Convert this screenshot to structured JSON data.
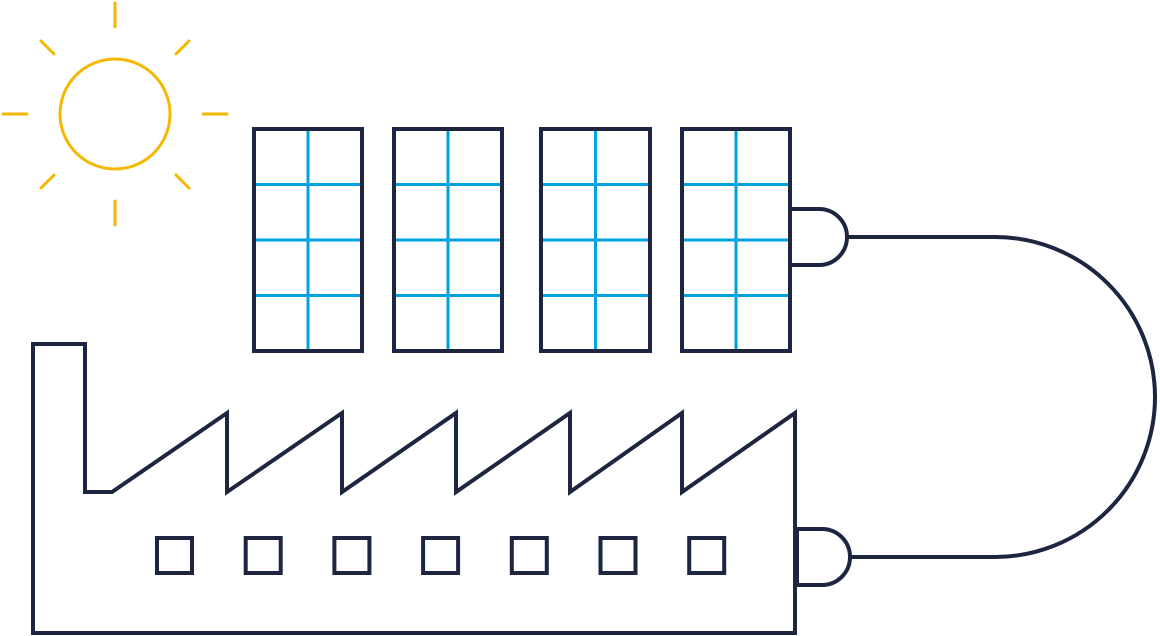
{
  "illustration": {
    "sun": {
      "icon": "sun-icon",
      "color": "#F5B800"
    },
    "solar_panels": {
      "count": 4,
      "icon": "solar-panel-icon",
      "frame_color": "#1E2540",
      "grid_color": "#00A3E0"
    },
    "factory": {
      "icon": "factory-icon",
      "roof_sawtooth_count": 6,
      "window_count": 7,
      "color": "#1E2540"
    },
    "cable": {
      "icon": "power-cable-icon",
      "color": "#1E2540"
    },
    "plugs": [
      {
        "name": "panel-plug",
        "icon": "plug-icon"
      },
      {
        "name": "factory-plug",
        "icon": "plug-icon"
      }
    ],
    "background": "#FFFFFF"
  }
}
